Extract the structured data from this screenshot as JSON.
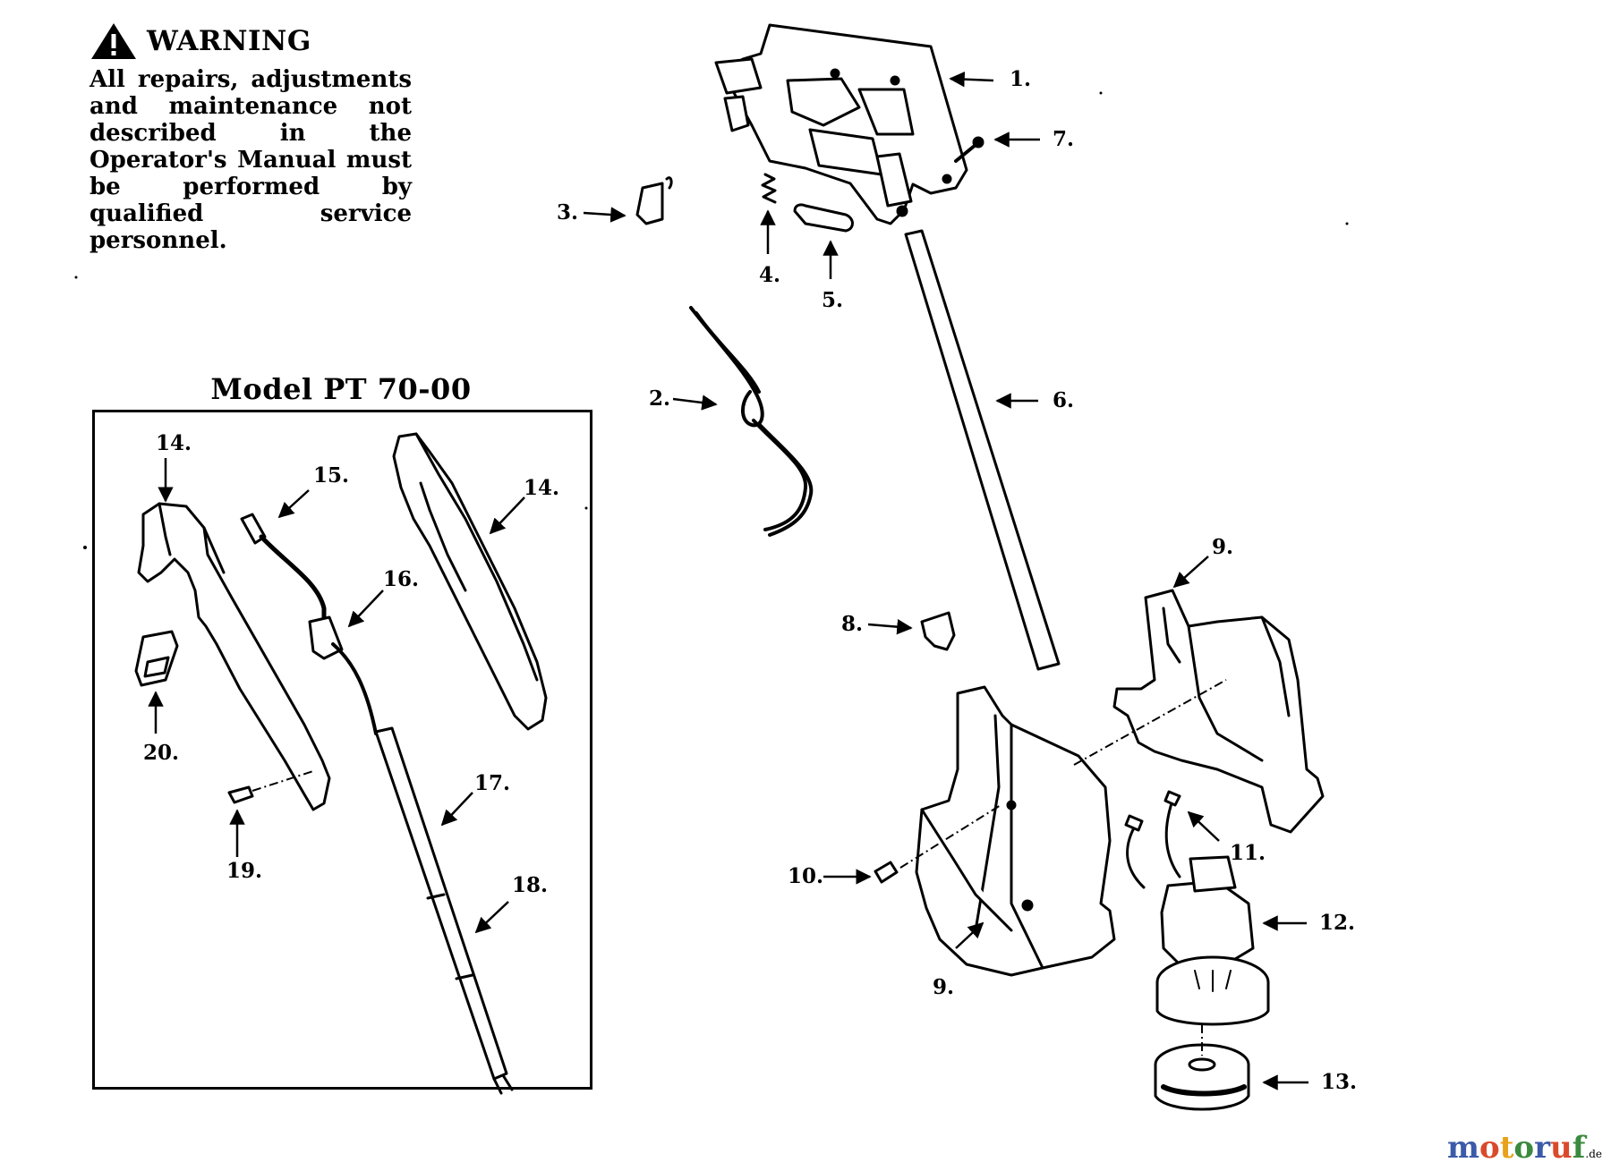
{
  "warning": {
    "title": "WARNING",
    "text": "All repairs, adjustments and maintenance not described in the Operator's Manual must be performed by qualified service personnel."
  },
  "model": {
    "title": "Model  PT 70-00"
  },
  "callouts": {
    "c1": "1.",
    "c2": "2.",
    "c3": "3.",
    "c4": "4.",
    "c5": "5.",
    "c6": "6.",
    "c7": "7.",
    "c8": "8.",
    "c9a": "9.",
    "c9b": "9.",
    "c10": "10.",
    "c11": "11.",
    "c12": "12.",
    "c13": "13.",
    "c14a": "14.",
    "c14b": "14.",
    "c15": "15.",
    "c16": "16.",
    "c17": "17.",
    "c18": "18.",
    "c19": "19.",
    "c20": "20."
  },
  "watermark": {
    "brand": [
      "m",
      "o",
      "t",
      "o",
      "r",
      "u",
      "f"
    ],
    "suffix": ".de",
    "colors": [
      "#3b5aa8",
      "#d94a2b",
      "#e8a21a",
      "#3b8a3e",
      "#3b5aa8",
      "#d94a2b",
      "#3b8a3e"
    ]
  },
  "colors": {
    "ink": "#000000",
    "paper": "#ffffff"
  }
}
